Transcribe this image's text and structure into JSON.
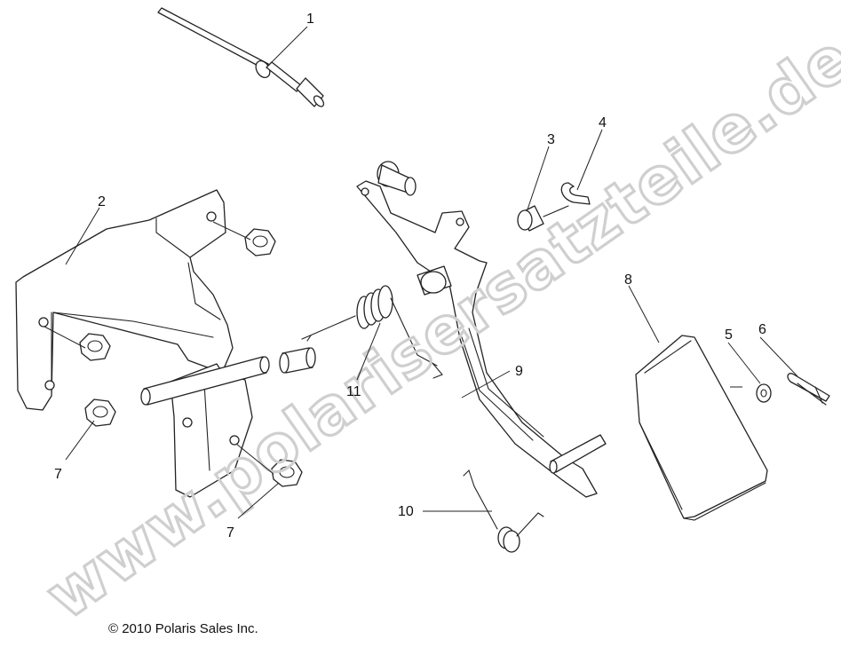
{
  "watermark": "www.polarisersatzteile.de",
  "copyright": "© 2010 Polaris Sales Inc.",
  "callouts": {
    "c1": "1",
    "c2": "2",
    "c3": "3",
    "c4": "4",
    "c5": "5",
    "c6": "6",
    "c7a": "7",
    "c7b": "7",
    "c8": "8",
    "c9": "9",
    "c10": "10",
    "c11": "11"
  }
}
